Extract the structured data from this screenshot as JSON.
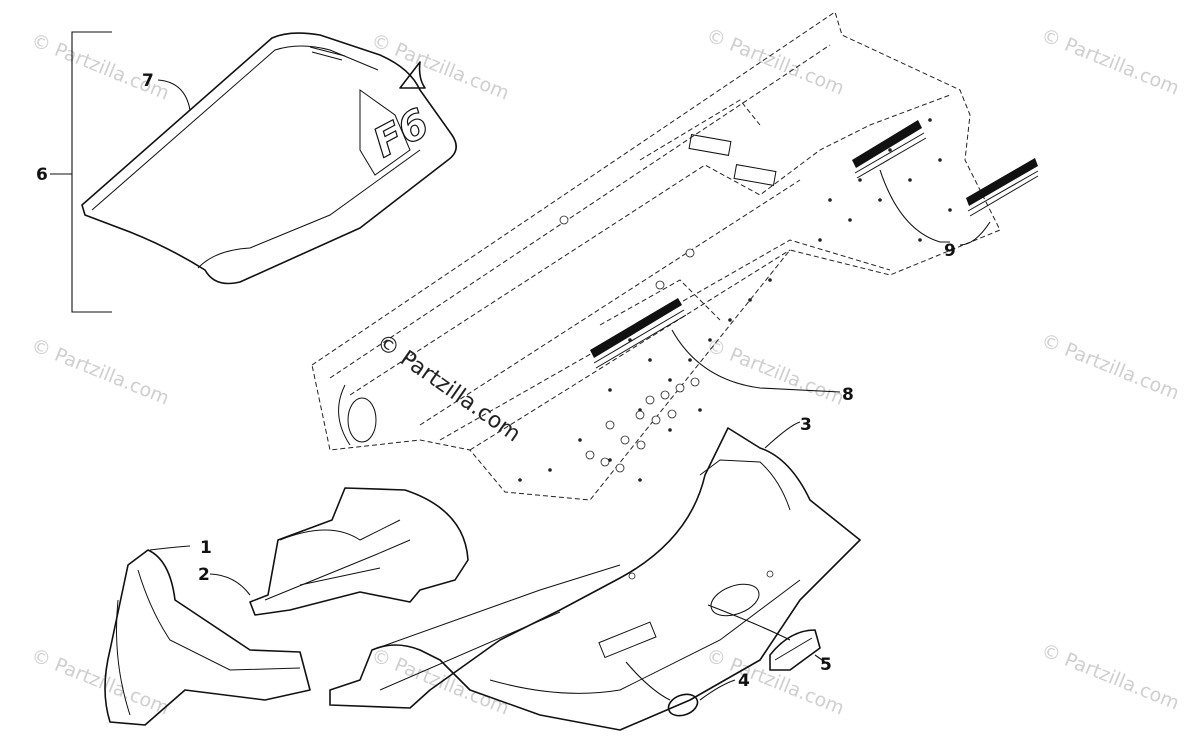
{
  "watermarks": {
    "text": "© Partzilla.com",
    "center_text": "© Partzilla.com"
  },
  "callouts": {
    "c1": "1",
    "c2": "2",
    "c3": "3",
    "c4": "4",
    "c5": "5",
    "c6": "6",
    "c7": "7",
    "c8": "8",
    "c9": "9"
  },
  "seat_logo": "F6",
  "colors": {
    "line": "#111111",
    "watermark": "#cfcfcf",
    "background": "#ffffff"
  }
}
